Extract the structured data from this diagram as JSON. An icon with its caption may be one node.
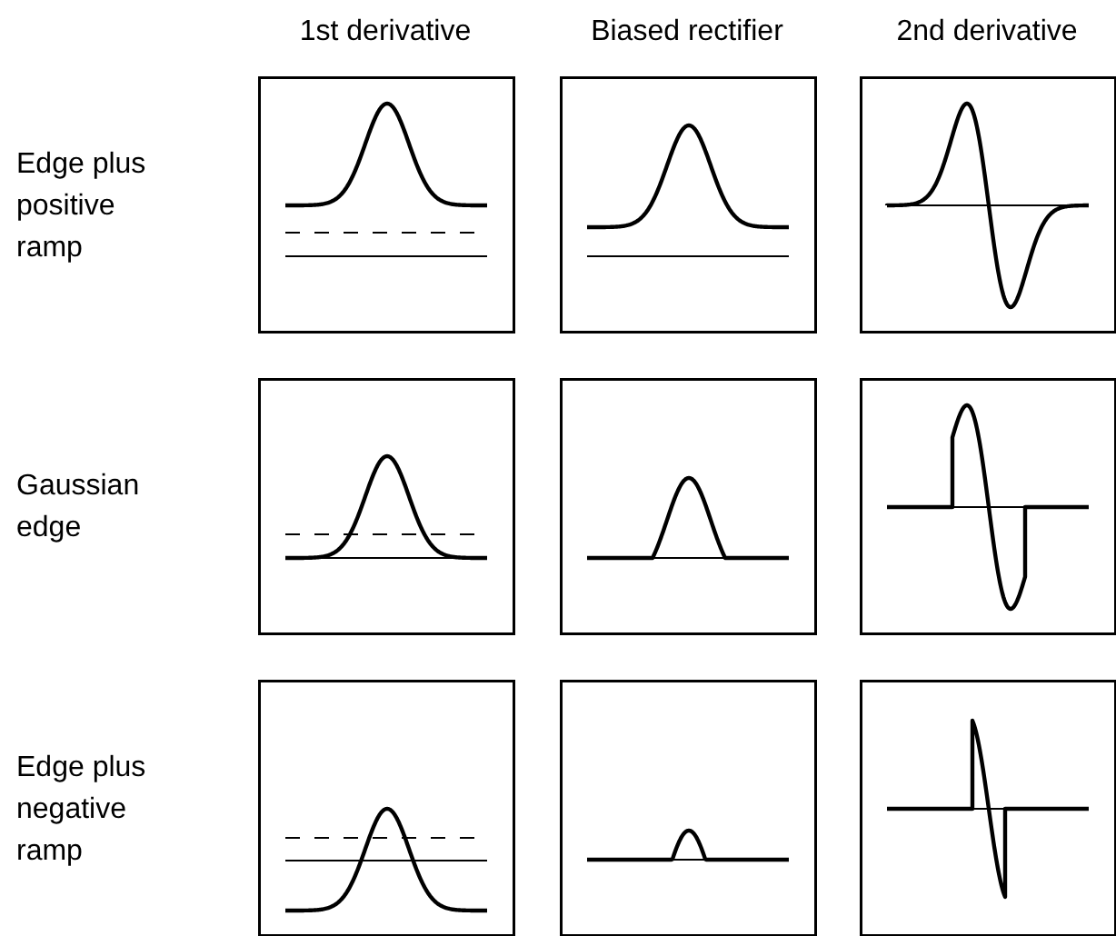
{
  "diagram": {
    "labels": [
      "1st derivative",
      "Biased rectifier",
      "2nd derivative",
      "Edge plus positive ramp",
      "Gaussian edge",
      "Edge plus negative ramp"
    ]
  }
}
